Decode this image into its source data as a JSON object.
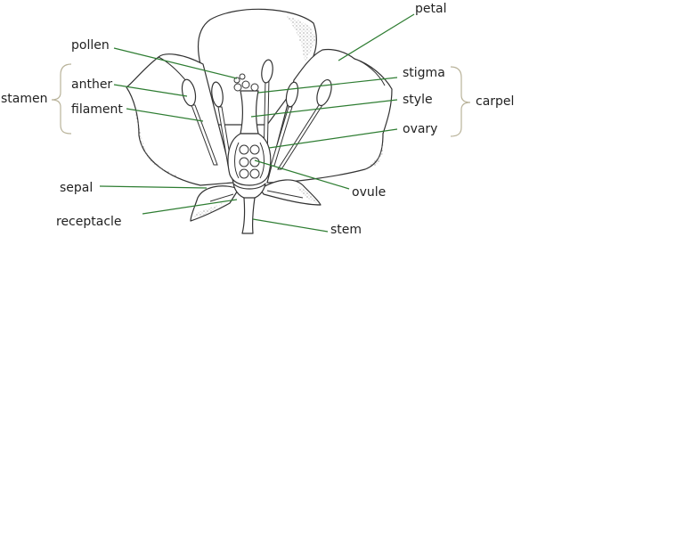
{
  "labels": {
    "petal": "petal",
    "pollen": "pollen",
    "anther": "anther",
    "filament": "filament",
    "stamen": "stamen",
    "stigma": "stigma",
    "style": "style",
    "ovary": "ovary",
    "carpel": "carpel",
    "ovule": "ovule",
    "sepal": "sepal",
    "receptacle": "receptacle",
    "stem": "stem"
  },
  "colors": {
    "leader": "#2e7d32",
    "brace": "#b9b39a",
    "ink": "#333333"
  }
}
